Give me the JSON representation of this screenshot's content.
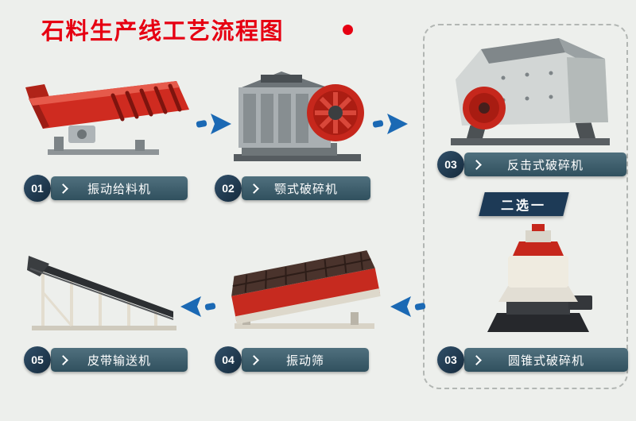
{
  "title": "石料生产线工艺流程图",
  "choose_one_label": "二选一",
  "colors": {
    "background": "#edefec",
    "title_red": "#e60012",
    "arrow_blue": "#1b69b4",
    "ribbon_slate": "#3a5a68",
    "badge_navy": "#1d3347",
    "choose_ribbon_navy": "#1d3a56",
    "machine_red": "#c6271c",
    "dashed_border_gray": "#b2b6b3"
  },
  "steps": [
    {
      "number": "01",
      "label": "振动给料机"
    },
    {
      "number": "02",
      "label": "颚式破碎机"
    },
    {
      "number": "03",
      "label": "反击式破碎机"
    },
    {
      "number": "03",
      "label": "圆锥式破碎机"
    },
    {
      "number": "04",
      "label": "振动筛"
    },
    {
      "number": "05",
      "label": "皮带输送机"
    }
  ],
  "icons": {
    "flow_arrow": "thick-blue-arrow",
    "ribbon_chevron": "white-right-chevron"
  }
}
